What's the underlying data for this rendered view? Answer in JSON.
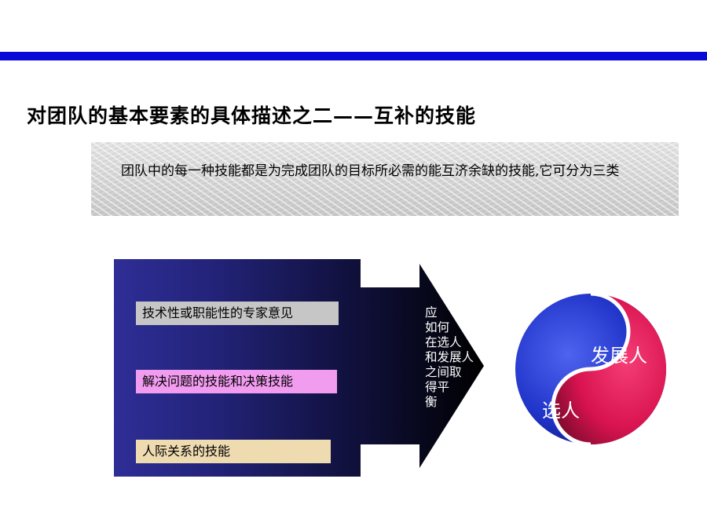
{
  "slide": {
    "title": "对团队的基本要素的具体描述之二——互补的技能",
    "description": "团队中的每一种技能都是为完成团队的目标所必需的能互济余缺的技能,它可分为三类"
  },
  "skills": {
    "items": [
      {
        "label": "技术性或职能性的专家意见",
        "color": "#c6c6c6"
      },
      {
        "label": "解决问题的技能和决策技能",
        "color": "#f29cf0"
      },
      {
        "label": "人际关系的技能",
        "color": "#eedbb0"
      }
    ]
  },
  "arrow": {
    "lines": [
      "应",
      "如何",
      "在选人",
      "和发展人",
      "之间取",
      "得平",
      "衡"
    ]
  },
  "balance": {
    "develop_label": "发展人",
    "select_label": "选人",
    "develop_color": "#d8134f",
    "select_color": "#1f33c8"
  },
  "colors": {
    "top_bar": "#0a0ad8",
    "panel_dark": "#0f0f38",
    "panel_light": "#2e2e96"
  }
}
